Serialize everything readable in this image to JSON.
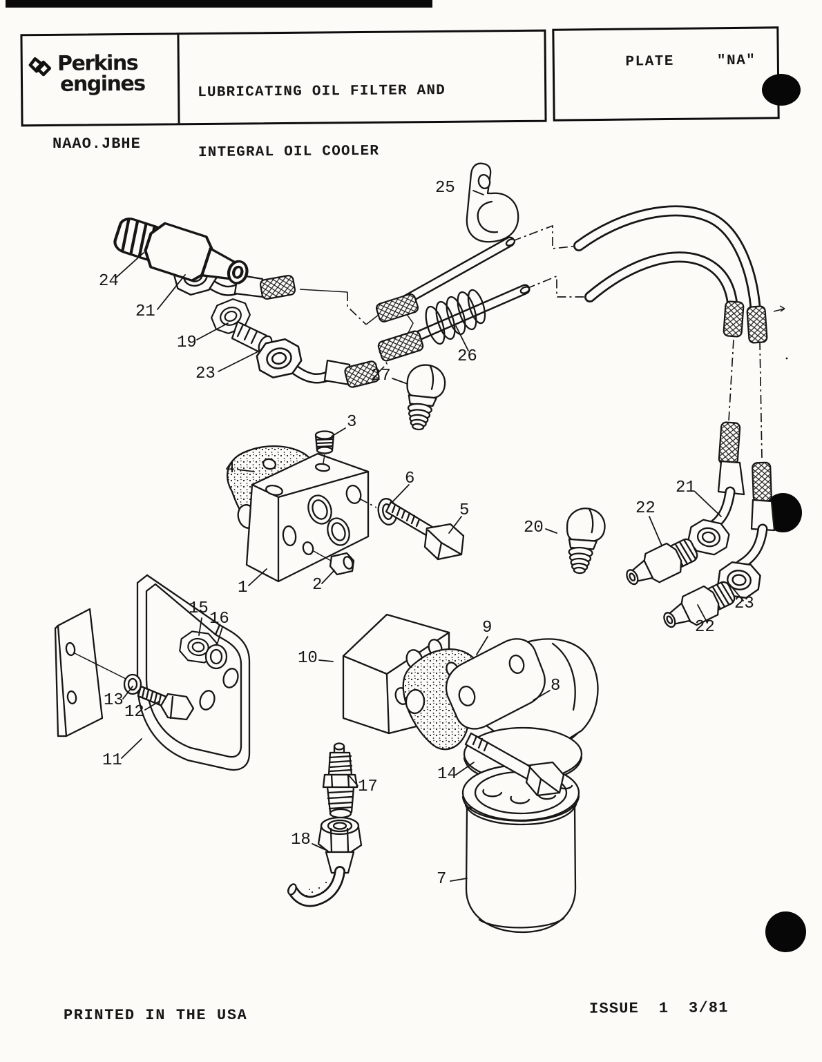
{
  "page": {
    "header": {
      "brand": {
        "line1": "Perkins",
        "line2": "engines"
      },
      "title": {
        "line1": "LUBRICATING OIL FILTER AND",
        "line2": "INTEGRAL OIL COOLER"
      },
      "plate": {
        "label": "PLATE",
        "value": "\"NA\""
      }
    },
    "model_code": "NAAO.JBHE",
    "footer": {
      "left": "PRINTED IN THE USA",
      "right": "ISSUE  1  3/81"
    }
  },
  "diagram": {
    "type": "exploded-parts-diagram",
    "subject": "Lubricating oil filter and integral oil cooler",
    "callouts": [
      {
        "id": "25"
      },
      {
        "id": "24"
      },
      {
        "id": "21"
      },
      {
        "id": "19"
      },
      {
        "id": "23"
      },
      {
        "id": "26"
      },
      {
        "id": "27"
      },
      {
        "id": "3"
      },
      {
        "id": "4"
      },
      {
        "id": "6"
      },
      {
        "id": "5"
      },
      {
        "id": "1"
      },
      {
        "id": "2"
      },
      {
        "id": "20"
      },
      {
        "id": "22"
      },
      {
        "id": "21"
      },
      {
        "id": "23"
      },
      {
        "id": "22"
      },
      {
        "id": "15"
      },
      {
        "id": "16"
      },
      {
        "id": "13"
      },
      {
        "id": "12"
      },
      {
        "id": "11"
      },
      {
        "id": "10"
      },
      {
        "id": "9"
      },
      {
        "id": "8"
      },
      {
        "id": "14"
      },
      {
        "id": "17"
      },
      {
        "id": "18"
      },
      {
        "id": "7"
      }
    ]
  },
  "colors": {
    "paper": "#fcfbf8",
    "ink": "#161616",
    "scan_bar": "#0a0a0a"
  }
}
